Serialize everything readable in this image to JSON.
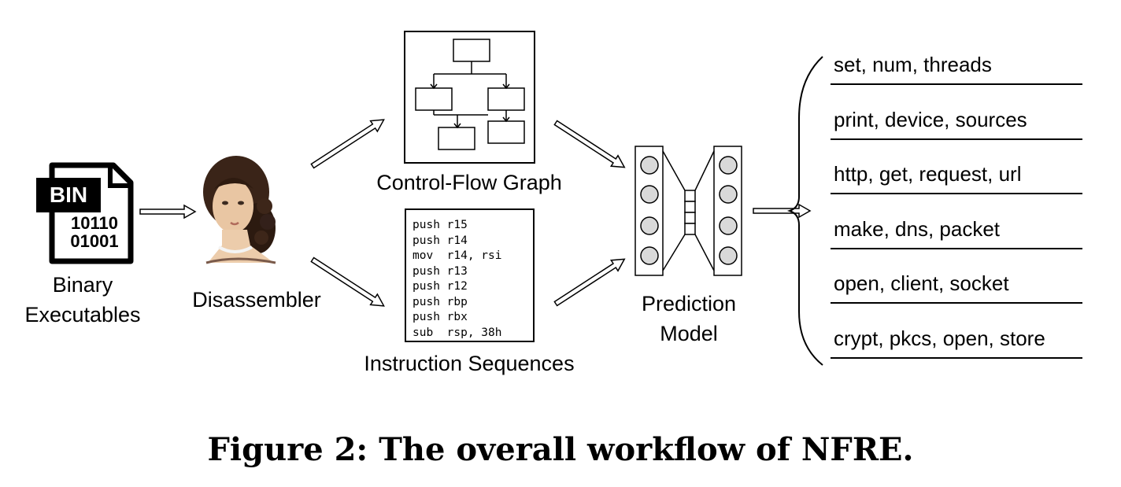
{
  "binary": {
    "badge": "BIN",
    "bits_line1": "10110",
    "bits_line2": "01001",
    "label_line1": "Binary",
    "label_line2": "Executables"
  },
  "disassembler": {
    "label": "Disassembler"
  },
  "cfg": {
    "label": "Control-Flow Graph"
  },
  "instructions": {
    "label": "Instruction Sequences",
    "lines": [
      "push r15",
      "push r14",
      "mov  r14, rsi",
      "push r13",
      "push r12",
      "push rbp",
      "push rbx",
      "sub  rsp, 38h"
    ]
  },
  "model": {
    "label_line1": "Prediction",
    "label_line2": "Model"
  },
  "outputs": [
    "set, num, threads",
    "print, device, sources",
    "http, get, request, url",
    "make, dns, packet",
    "open, client, socket",
    "crypt, pkcs, open, store"
  ],
  "caption": "Figure 2: The overall workflow of NFRE."
}
